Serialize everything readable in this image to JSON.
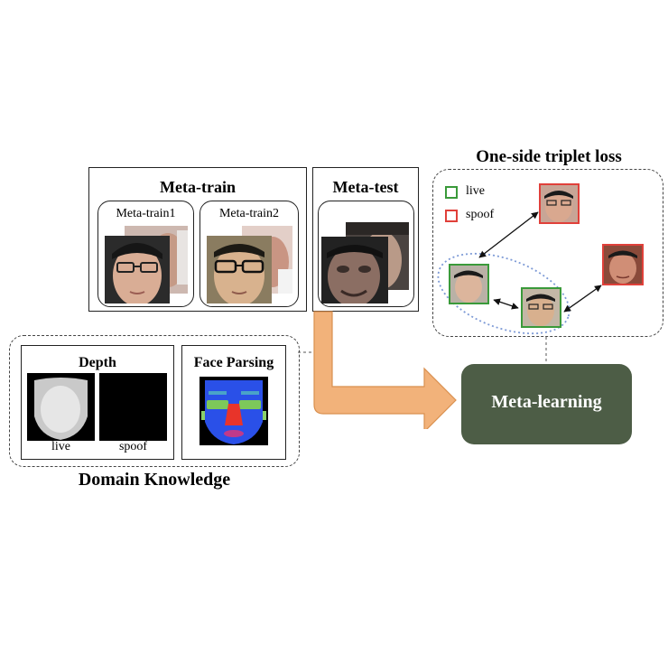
{
  "meta_train": {
    "title": "Meta-train",
    "subsets": [
      {
        "label": "Meta-train1"
      },
      {
        "label": "Meta-train2"
      }
    ]
  },
  "meta_test": {
    "title": "Meta-test"
  },
  "triplet": {
    "title": "One-side triplet loss",
    "legend": [
      {
        "label": "live",
        "color": "#3a9a3a"
      },
      {
        "label": "spoof",
        "color": "#e0403a"
      }
    ]
  },
  "meta_learning": {
    "label": "Meta-learning",
    "color": "#4d5d46"
  },
  "domain_knowledge": {
    "title": "Domain Knowledge",
    "depth": {
      "title": "Depth",
      "live_label": "live",
      "spoof_label": "spoof"
    },
    "face_parsing": {
      "title": "Face Parsing"
    }
  },
  "arrow_color": "#f2b27a"
}
